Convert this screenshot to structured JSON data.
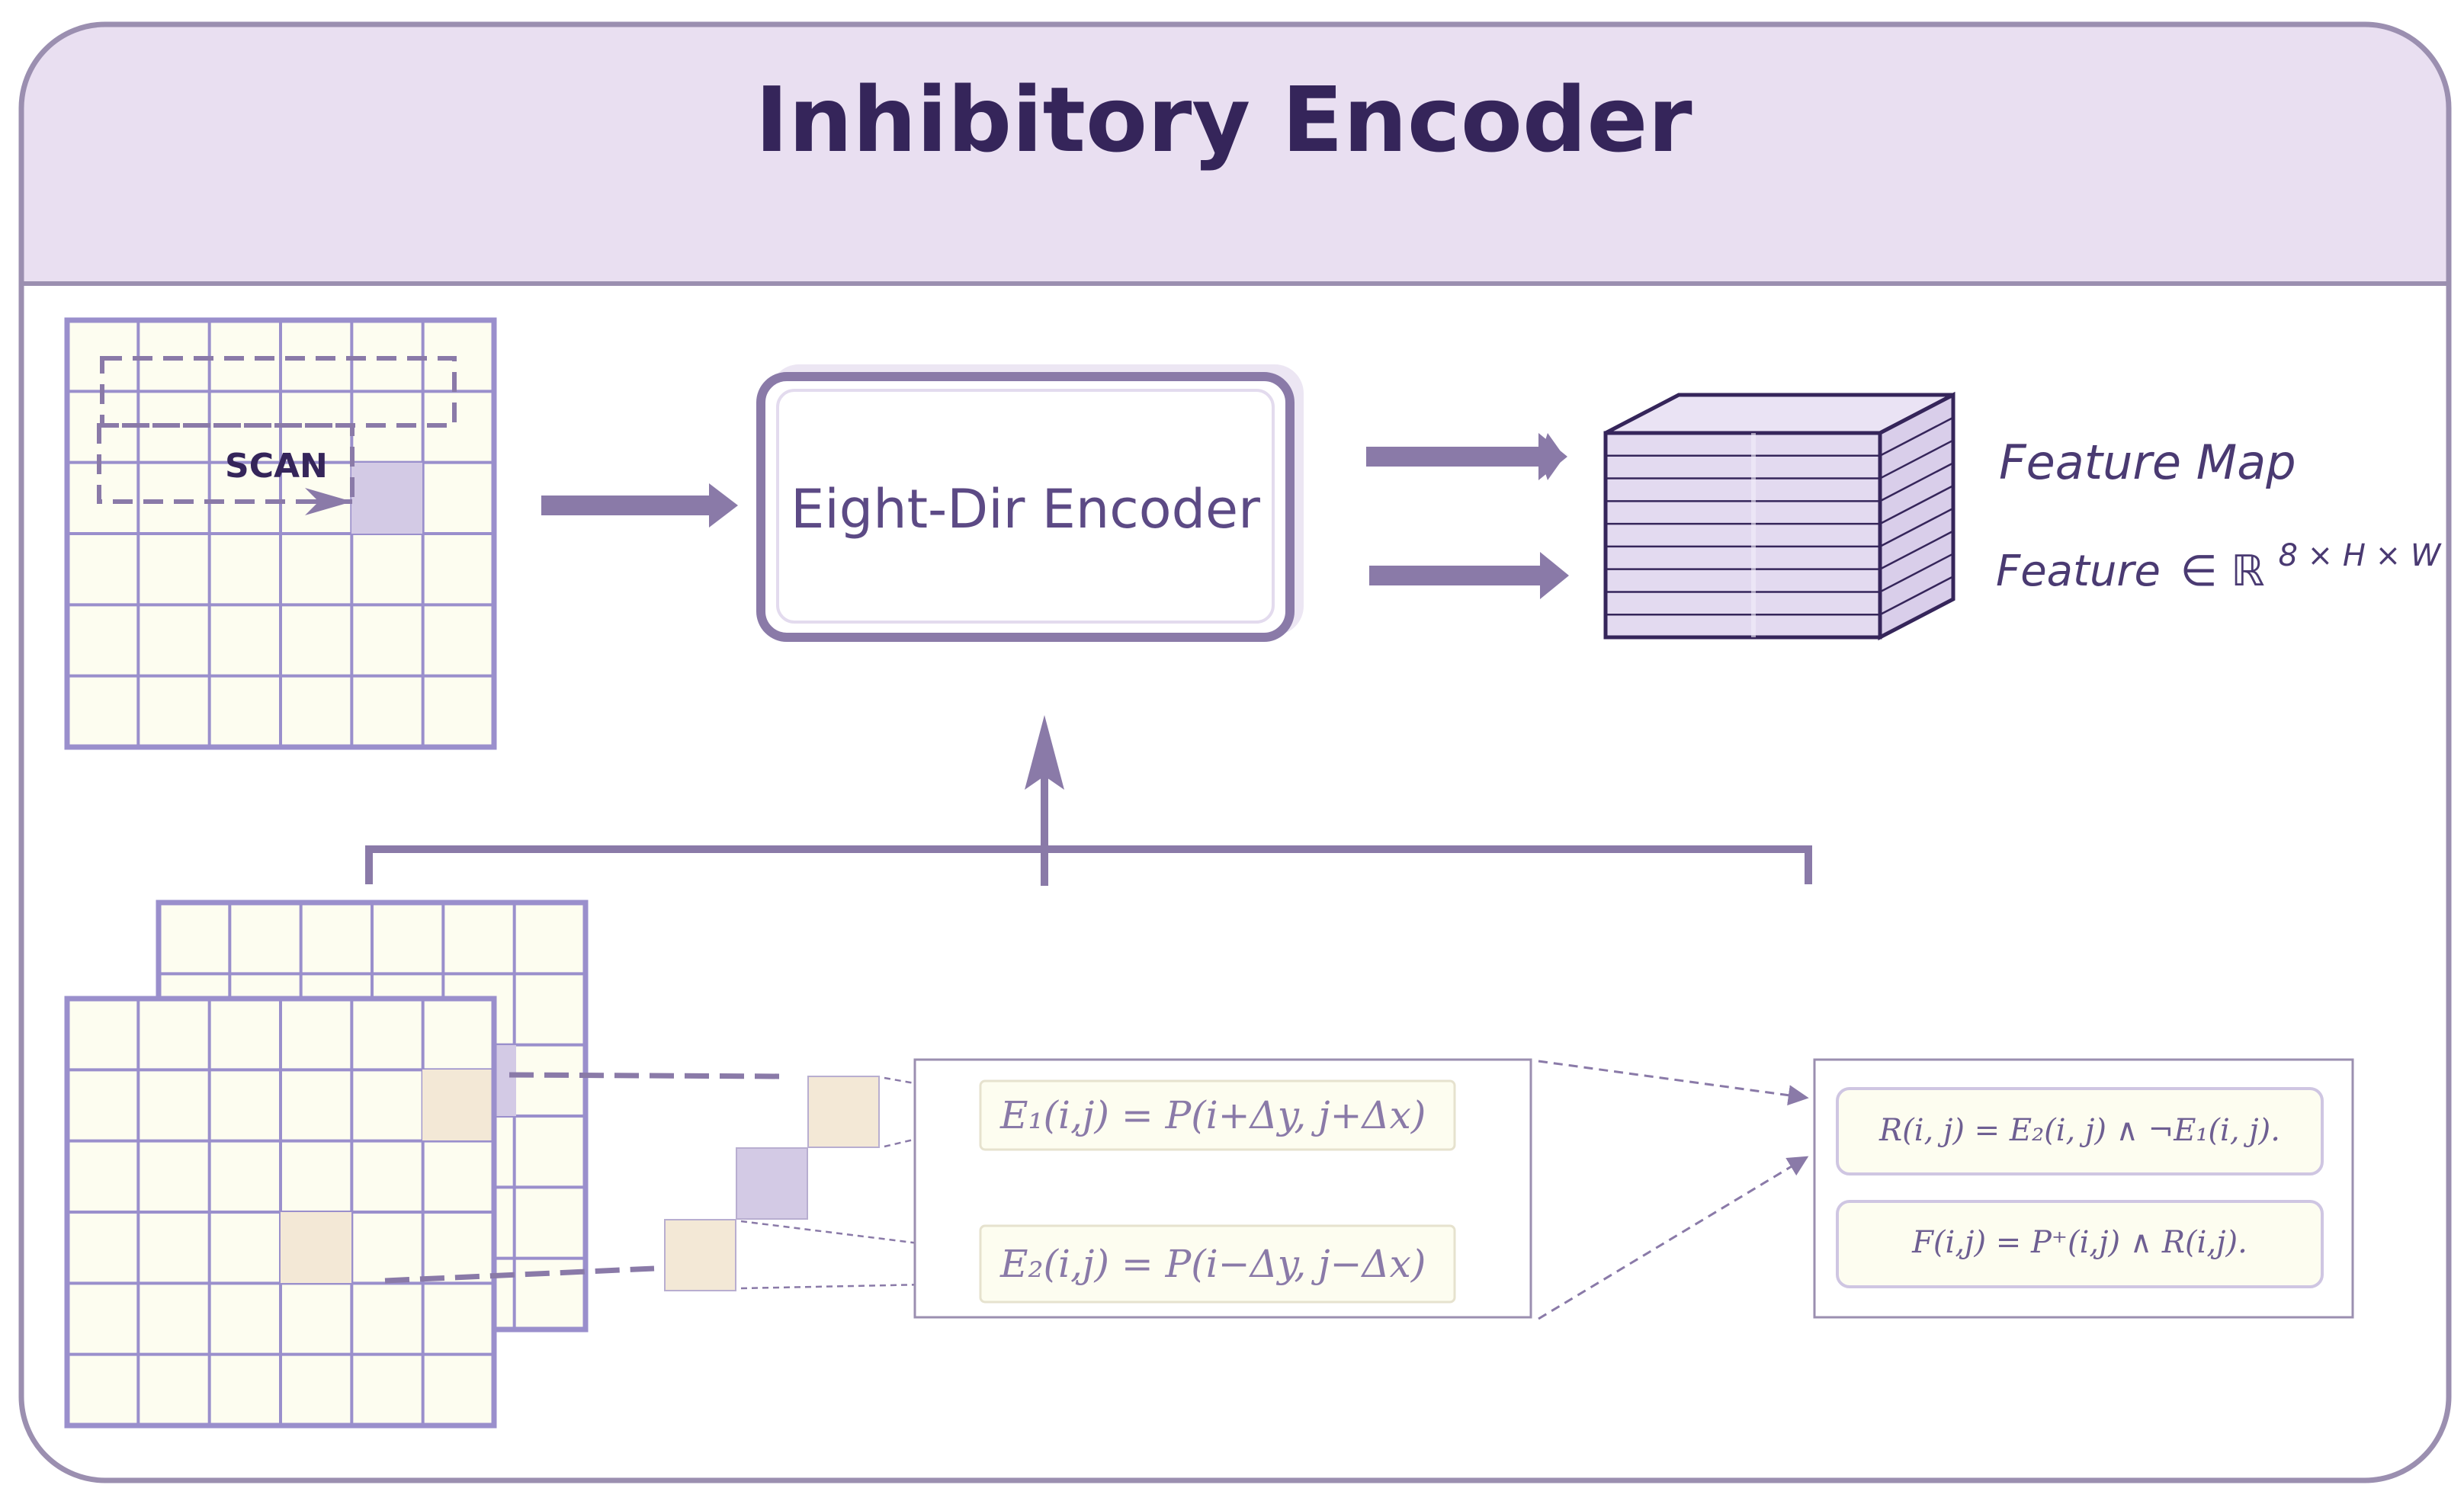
{
  "title": "Inhibitory Encoder",
  "scan_label": "SCAN",
  "encoder_label": "Eight-Dir Encoder",
  "feature_map_label": "Feature Map",
  "feature_dim": {
    "prefix": "Feature",
    "symbol": "∈ ℝ",
    "superscript": "8 × H × W"
  },
  "equations": {
    "e1": "E₁(i,j) = P(i+Δy, j+Δx)",
    "e2": "E₂(i,j) = P(i−Δy, j−Δx)",
    "r": "R(i, j) = E₂(i, j) ∧ ¬E₁(i, j).",
    "f": "F(i,j) = P⁺(i,j) ∧ R(i,j)."
  },
  "colors": {
    "header_bg": "#e9dff1",
    "frame_stroke": "#9b8fb0",
    "grid_fill": "#fdfdf0",
    "grid_stroke": "#9a8fcc",
    "highlight_purple": "#d3cae5",
    "highlight_beige": "#f3e8d6",
    "arrow": "#8a7aa8",
    "title": "#35255a"
  },
  "icons": {
    "arrow": "right-arrow-icon",
    "up_arrow": "up-arrow-icon"
  }
}
